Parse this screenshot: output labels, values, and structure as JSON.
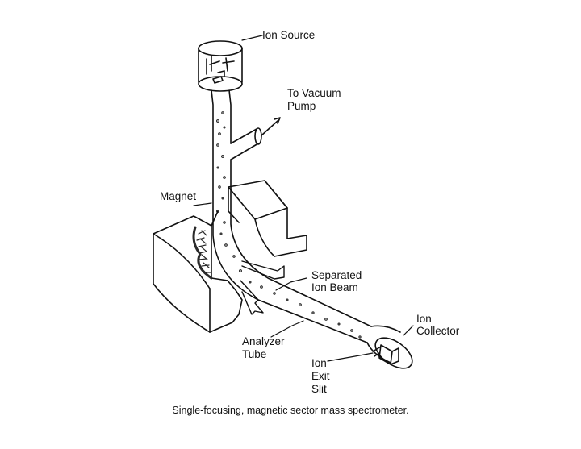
{
  "labels": {
    "ion_source": "Ion Source",
    "vacuum_pump_line1": "To Vacuum",
    "vacuum_pump_line2": "Pump",
    "magnet": "Magnet",
    "separated_line1": "Separated",
    "separated_line2": "Ion Beam",
    "analyzer_line1": "Analyzer",
    "analyzer_line2": "Tube",
    "ion_exit_line1": "Ion",
    "ion_exit_line2": "Exit",
    "ion_exit_line3": "Slit",
    "collector_line1": "Ion",
    "collector_line2": "Collector"
  },
  "caption": "Single-focusing, magnetic sector mass spectrometer.",
  "colors": {
    "ink": "#111111",
    "paper": "#ffffff",
    "shade": "#2a2a2a"
  }
}
